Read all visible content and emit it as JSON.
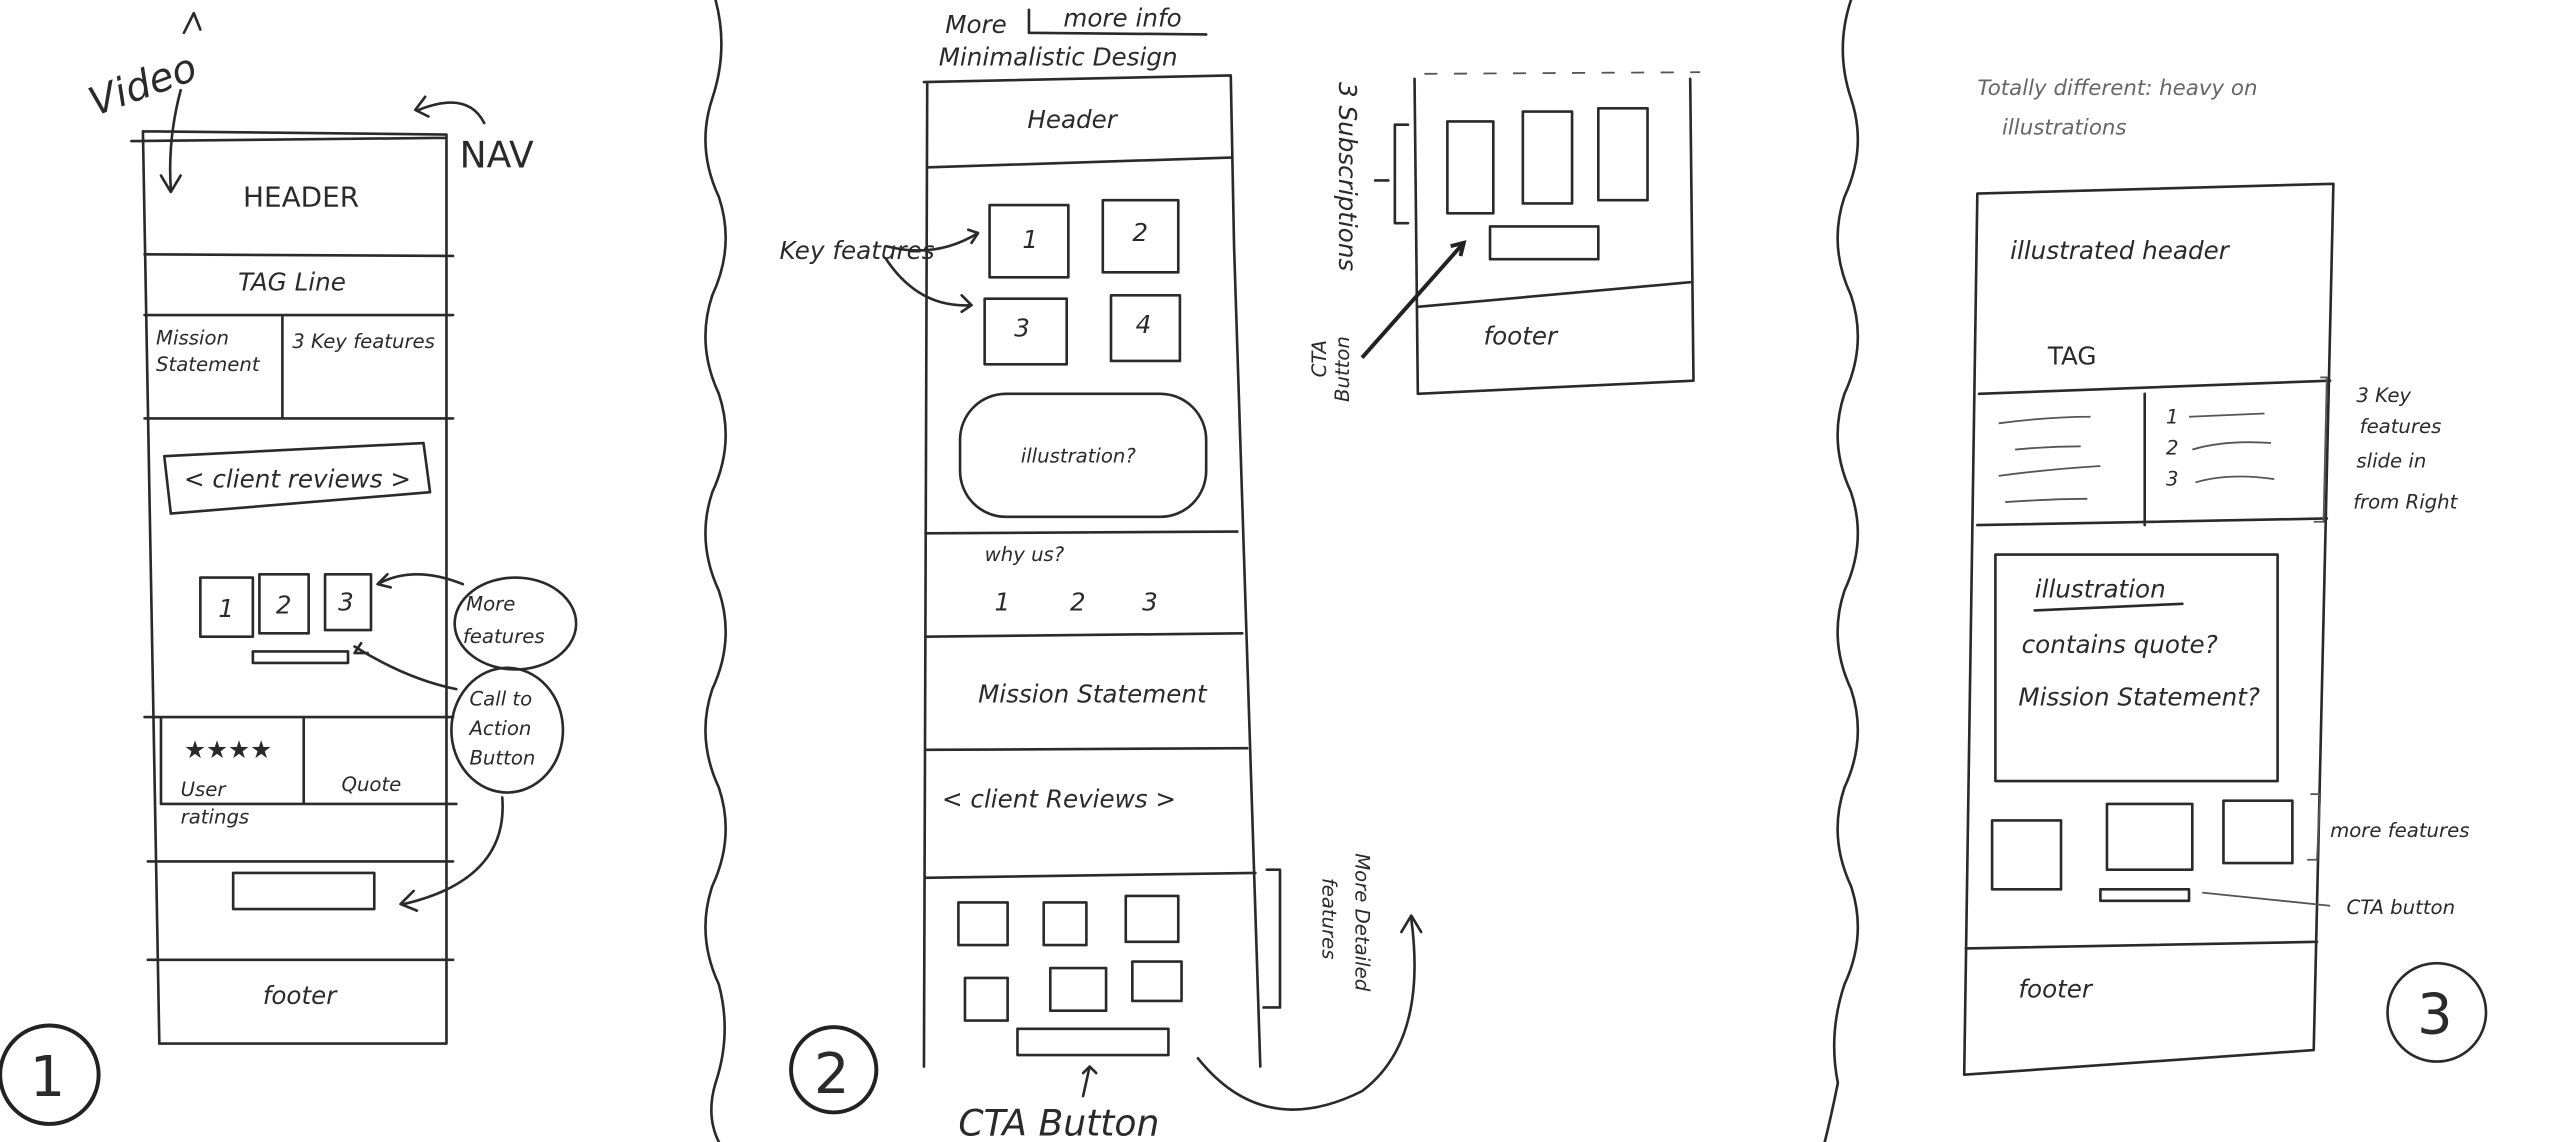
{
  "sketch1": {
    "video": "Video",
    "nav": "NAV",
    "header": "HEADER",
    "tagline": "TAG Line",
    "mission": [
      "Mission",
      "Statement"
    ],
    "key_features": "3 Key features",
    "client_reviews": "< client reviews >",
    "feature_boxes": [
      "1",
      "2",
      "3"
    ],
    "more_features": [
      "More",
      "features"
    ],
    "cta_note": [
      "Call to",
      "Action",
      "Button"
    ],
    "stars": "★★★★",
    "user_ratings": [
      "User",
      "ratings"
    ],
    "quote": "Quote",
    "footer": "footer",
    "number": "1"
  },
  "sketch2": {
    "top_note_1": "More",
    "top_note_2": "more info",
    "title": "Minimalistic Design",
    "header": "Header",
    "key_features_label": "Key features",
    "feature_boxes": [
      "1",
      "2",
      "3",
      "4"
    ],
    "illustration": "illustration?",
    "why_us": "why   us?",
    "why_us_items": [
      "1",
      "2",
      "3"
    ],
    "mission": "Mission Statement",
    "client_reviews": "<  client  Reviews  >",
    "more_detailed": [
      "More Detailed",
      "features"
    ],
    "cta_button": "CTA Button",
    "subscriptions": "3 Subscriptions",
    "sub_cta": [
      "CTA",
      "Button"
    ],
    "sub_footer": "footer",
    "number": "2"
  },
  "sketch3": {
    "note": [
      "Totally different: heavy on",
      "illustrations"
    ],
    "header": "illustrated header",
    "tag": "TAG",
    "feature_items": [
      "1",
      "2",
      "3"
    ],
    "key_features_note": [
      "3 Key",
      "features",
      "slide in",
      "from Right"
    ],
    "illustration": "illustration",
    "illustration_lines": [
      "contains quote?",
      "Mission Statement?"
    ],
    "more_features": "more features",
    "cta_button": "CTA button",
    "footer": "footer",
    "number": "3"
  }
}
